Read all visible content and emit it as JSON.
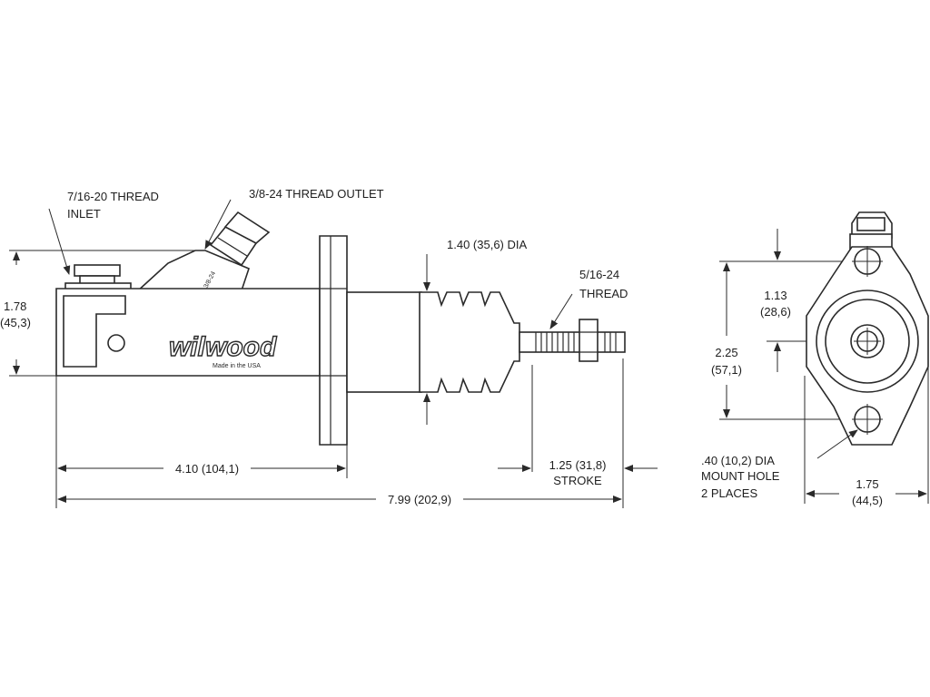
{
  "labels": {
    "inlet_line1": "7/16-20 THREAD",
    "inlet_line2": "INLET",
    "outlet": "3/8-24 THREAD OUTLET",
    "boot_dia": "1.40 (35,6) DIA",
    "rod_thread_line1": "5/16-24",
    "rod_thread_line2": "THREAD",
    "height_in": "1.78",
    "height_mm": "(45,3)",
    "body_length": "4.10 (104,1)",
    "overall_length": "7.99 (202,9)",
    "stroke_value": "1.25 (31,8)",
    "stroke_label": "STROKE",
    "center_offset_in": "1.13",
    "center_offset_mm": "(28,6)",
    "hole_spacing_in": "2.25",
    "hole_spacing_mm": "(57,1)",
    "mount_hole_line1": ".40 (10,2) DIA",
    "mount_hole_line2": "MOUNT HOLE",
    "mount_hole_line3": "2 PLACES",
    "flange_width_in": "1.75",
    "flange_width_mm": "(44,5)"
  },
  "branding": {
    "logo": "wilwood",
    "made_in": "Made in the USA",
    "port_stamp": "3/8-24"
  },
  "colors": {
    "line": "#2a2a2a",
    "text": "#1e1e1e",
    "background": "#ffffff"
  }
}
